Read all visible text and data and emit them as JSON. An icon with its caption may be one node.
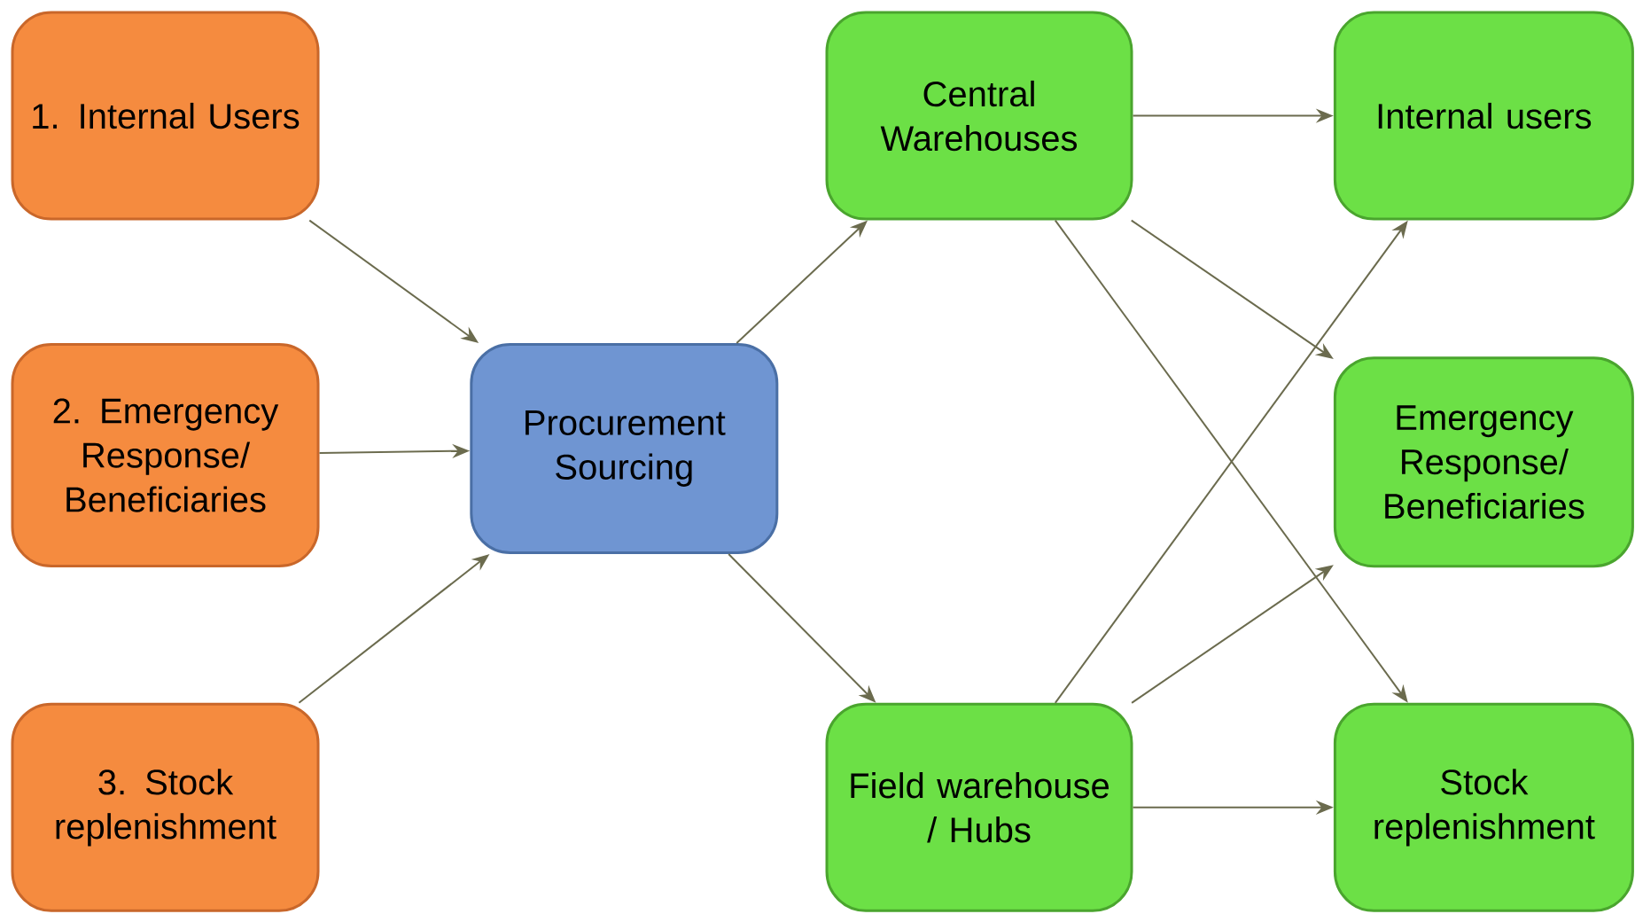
{
  "diagram": {
    "nodes": [
      {
        "text": [
          "1. Internal Users"
        ]
      },
      {
        "text": [
          "2. Emergency Response/ Beneficiaries"
        ]
      },
      {
        "text": [
          "3. Stock replenishment"
        ]
      },
      {
        "text": [
          "Procurement Sourcing"
        ]
      },
      {
        "text": [
          "Central Warehouses"
        ]
      },
      {
        "text": [
          "Field warehouse / Hubs"
        ]
      },
      {
        "text": [
          "Internal users"
        ]
      },
      {
        "text": [
          "Emergency Response/ Beneficiaries"
        ]
      },
      {
        "text": [
          "Stock replenishment"
        ]
      }
    ],
    "edges": [
      {
        "from": 0,
        "to": 3,
        "arrow": "to"
      },
      {
        "from": 1,
        "to": 3,
        "arrow": "to"
      },
      {
        "from": 2,
        "to": 3,
        "arrow": "to"
      },
      {
        "from": 3,
        "to": 4,
        "arrow": "to"
      },
      {
        "from": 3,
        "to": 5,
        "arrow": "to"
      },
      {
        "from": 4,
        "to": 6,
        "arrow": "to"
      },
      {
        "from": 4,
        "to": 7,
        "arrow": "to"
      },
      {
        "from": 4,
        "to": 8,
        "arrow": "to"
      },
      {
        "from": 5,
        "to": 6,
        "arrow": "to"
      },
      {
        "from": 5,
        "to": 7,
        "arrow": "to"
      },
      {
        "from": 5,
        "to": 8,
        "arrow": "to"
      }
    ]
  }
}
